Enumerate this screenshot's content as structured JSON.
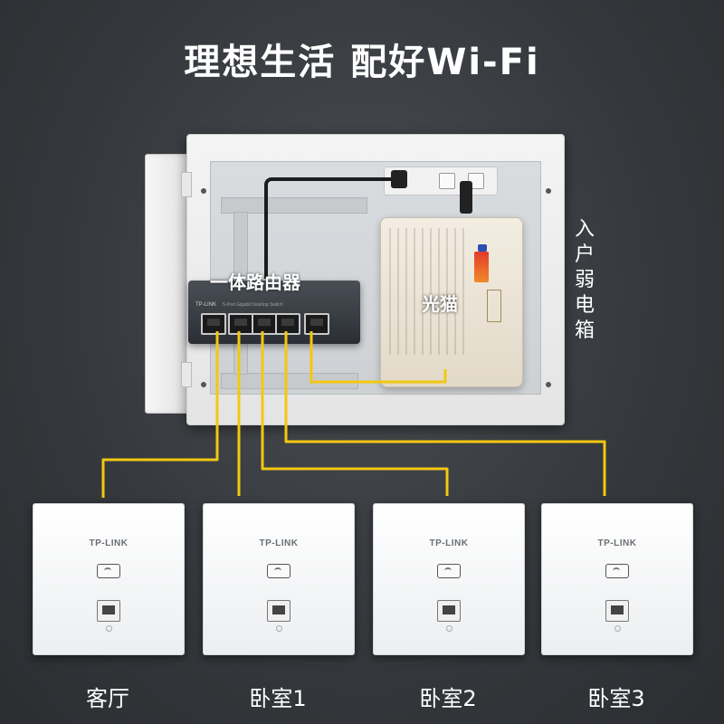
{
  "title": "理想生活 配好Wi-Fi",
  "router": {
    "label": "一体路由器",
    "brand": "TP-LINK",
    "model": "5-Port Gigabit Desktop Switch",
    "port_count": 5
  },
  "modem": {
    "label": "光猫"
  },
  "cabinet": {
    "label_chars": [
      "入",
      "户",
      "弱",
      "电",
      "箱"
    ]
  },
  "panels": [
    {
      "brand": "TP-LINK",
      "room": "客厅"
    },
    {
      "brand": "TP-LINK",
      "room": "卧室1"
    },
    {
      "brand": "TP-LINK",
      "room": "卧室2"
    },
    {
      "brand": "TP-LINK",
      "room": "卧室3"
    }
  ],
  "colors": {
    "cable": "#f2c811",
    "background": "#35383c",
    "text": "#ffffff"
  }
}
